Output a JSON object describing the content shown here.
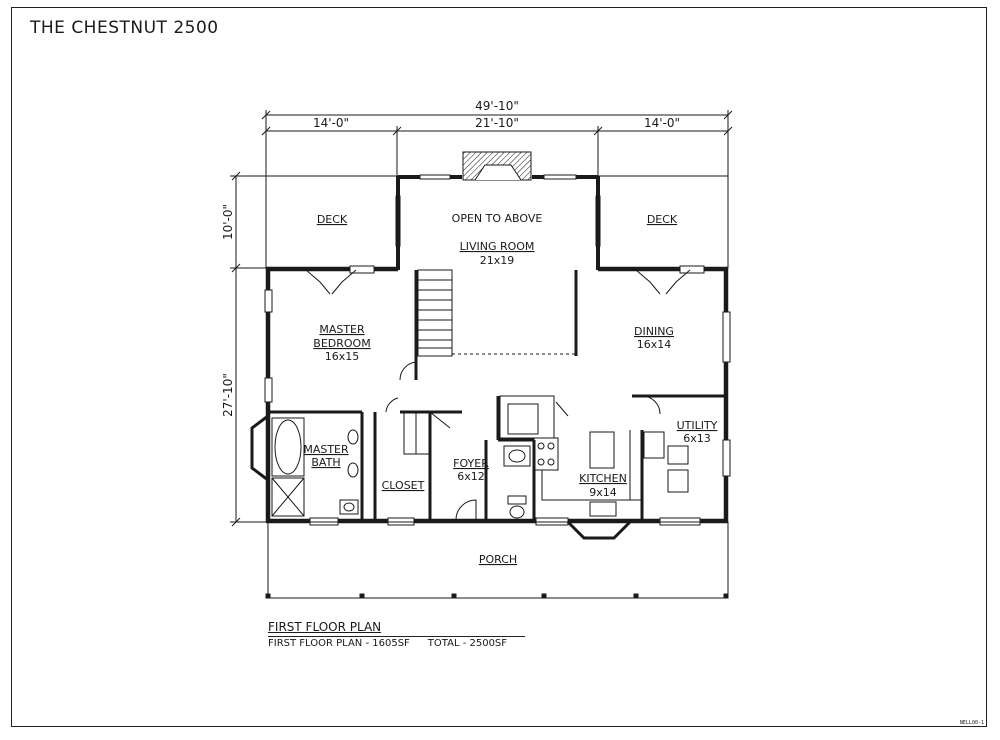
{
  "title": "THE CHESTNUT 2500",
  "dimensions": {
    "overall_width": "49'-10\"",
    "left_width": "14'-0\"",
    "center_width": "21'-10\"",
    "right_width": "14'-0\"",
    "deck_depth": "10'-0\"",
    "house_depth": "27'-10\""
  },
  "rooms": {
    "deck_left": {
      "name": "DECK"
    },
    "deck_right": {
      "name": "DECK"
    },
    "open_to_above": "OPEN TO ABOVE",
    "living_room": {
      "name": "LIVING ROOM",
      "size": "21x19"
    },
    "master_bedroom": {
      "name_line1": "MASTER",
      "name_line2": "BEDROOM",
      "size": "16x15"
    },
    "dining": {
      "name": "DINING",
      "size": "16x14"
    },
    "utility": {
      "name": "UTILITY",
      "size": "6x13"
    },
    "master_bath": {
      "name_line1": "MASTER",
      "name_line2": "BATH"
    },
    "closet": {
      "name": "CLOSET"
    },
    "foyer": {
      "name": "FOYER",
      "size": "6x12"
    },
    "kitchen": {
      "name": "KITCHEN",
      "size": "9x14"
    },
    "porch": {
      "name": "PORCH"
    }
  },
  "plan_title": "FIRST FLOOR PLAN",
  "plan_area": "FIRST FLOOR PLAN - 1605SF",
  "plan_total": "TOTAL - 2500SF",
  "stamp": "NELL00-1"
}
